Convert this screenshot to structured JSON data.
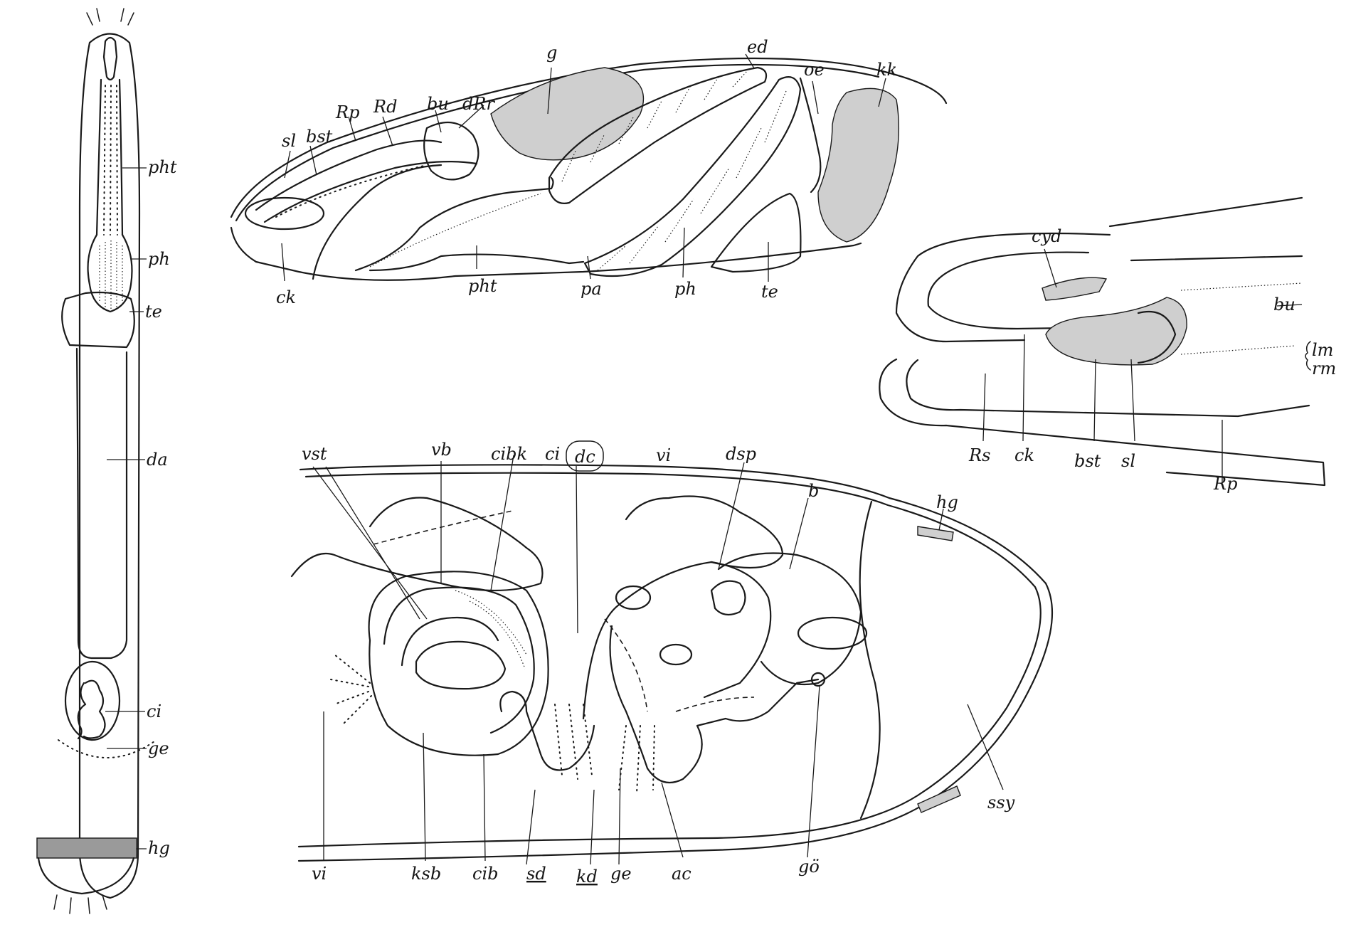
{
  "labels": {
    "fig1": {
      "pht": "pht",
      "ph": "ph",
      "te": "te",
      "da": "da",
      "ci": "ci",
      "ge": "ge",
      "hg": "hg"
    },
    "fig2": {
      "g": "g",
      "ed": "ed",
      "oe": "oe",
      "kk": "kk",
      "bu": "bu",
      "dRr": "dRr",
      "Rd": "Rd",
      "Rp": "Rp",
      "bst": "bst",
      "sl": "sl",
      "ck": "ck",
      "pht": "pht",
      "pa": "pa",
      "ph": "ph",
      "te": "te"
    },
    "fig3": {
      "cyd": "cyd",
      "bu": "bu",
      "lm": "lm",
      "rm": "rm",
      "Rs": "Rs",
      "ck": "ck",
      "bst": "bst",
      "sl": "sl",
      "Rp": "Rp"
    },
    "fig4": {
      "vst": "vst",
      "vb": "vb",
      "cibk": "cibk",
      "ci": "ci",
      "dc": "dc",
      "vi_top": "vi",
      "dsp": "dsp",
      "b": "b",
      "hg": "hg",
      "ssy": "ssy",
      "vi_bottom": "vi",
      "ksb": "ksb",
      "cib": "cib",
      "sd": "sd",
      "kd": "kd",
      "ge": "ge",
      "ac": "ac",
      "go": "gö"
    }
  },
  "colors": {
    "ink": "#1a1a1a",
    "paper": "#ffffff",
    "stipple": "#cfcfcf"
  }
}
